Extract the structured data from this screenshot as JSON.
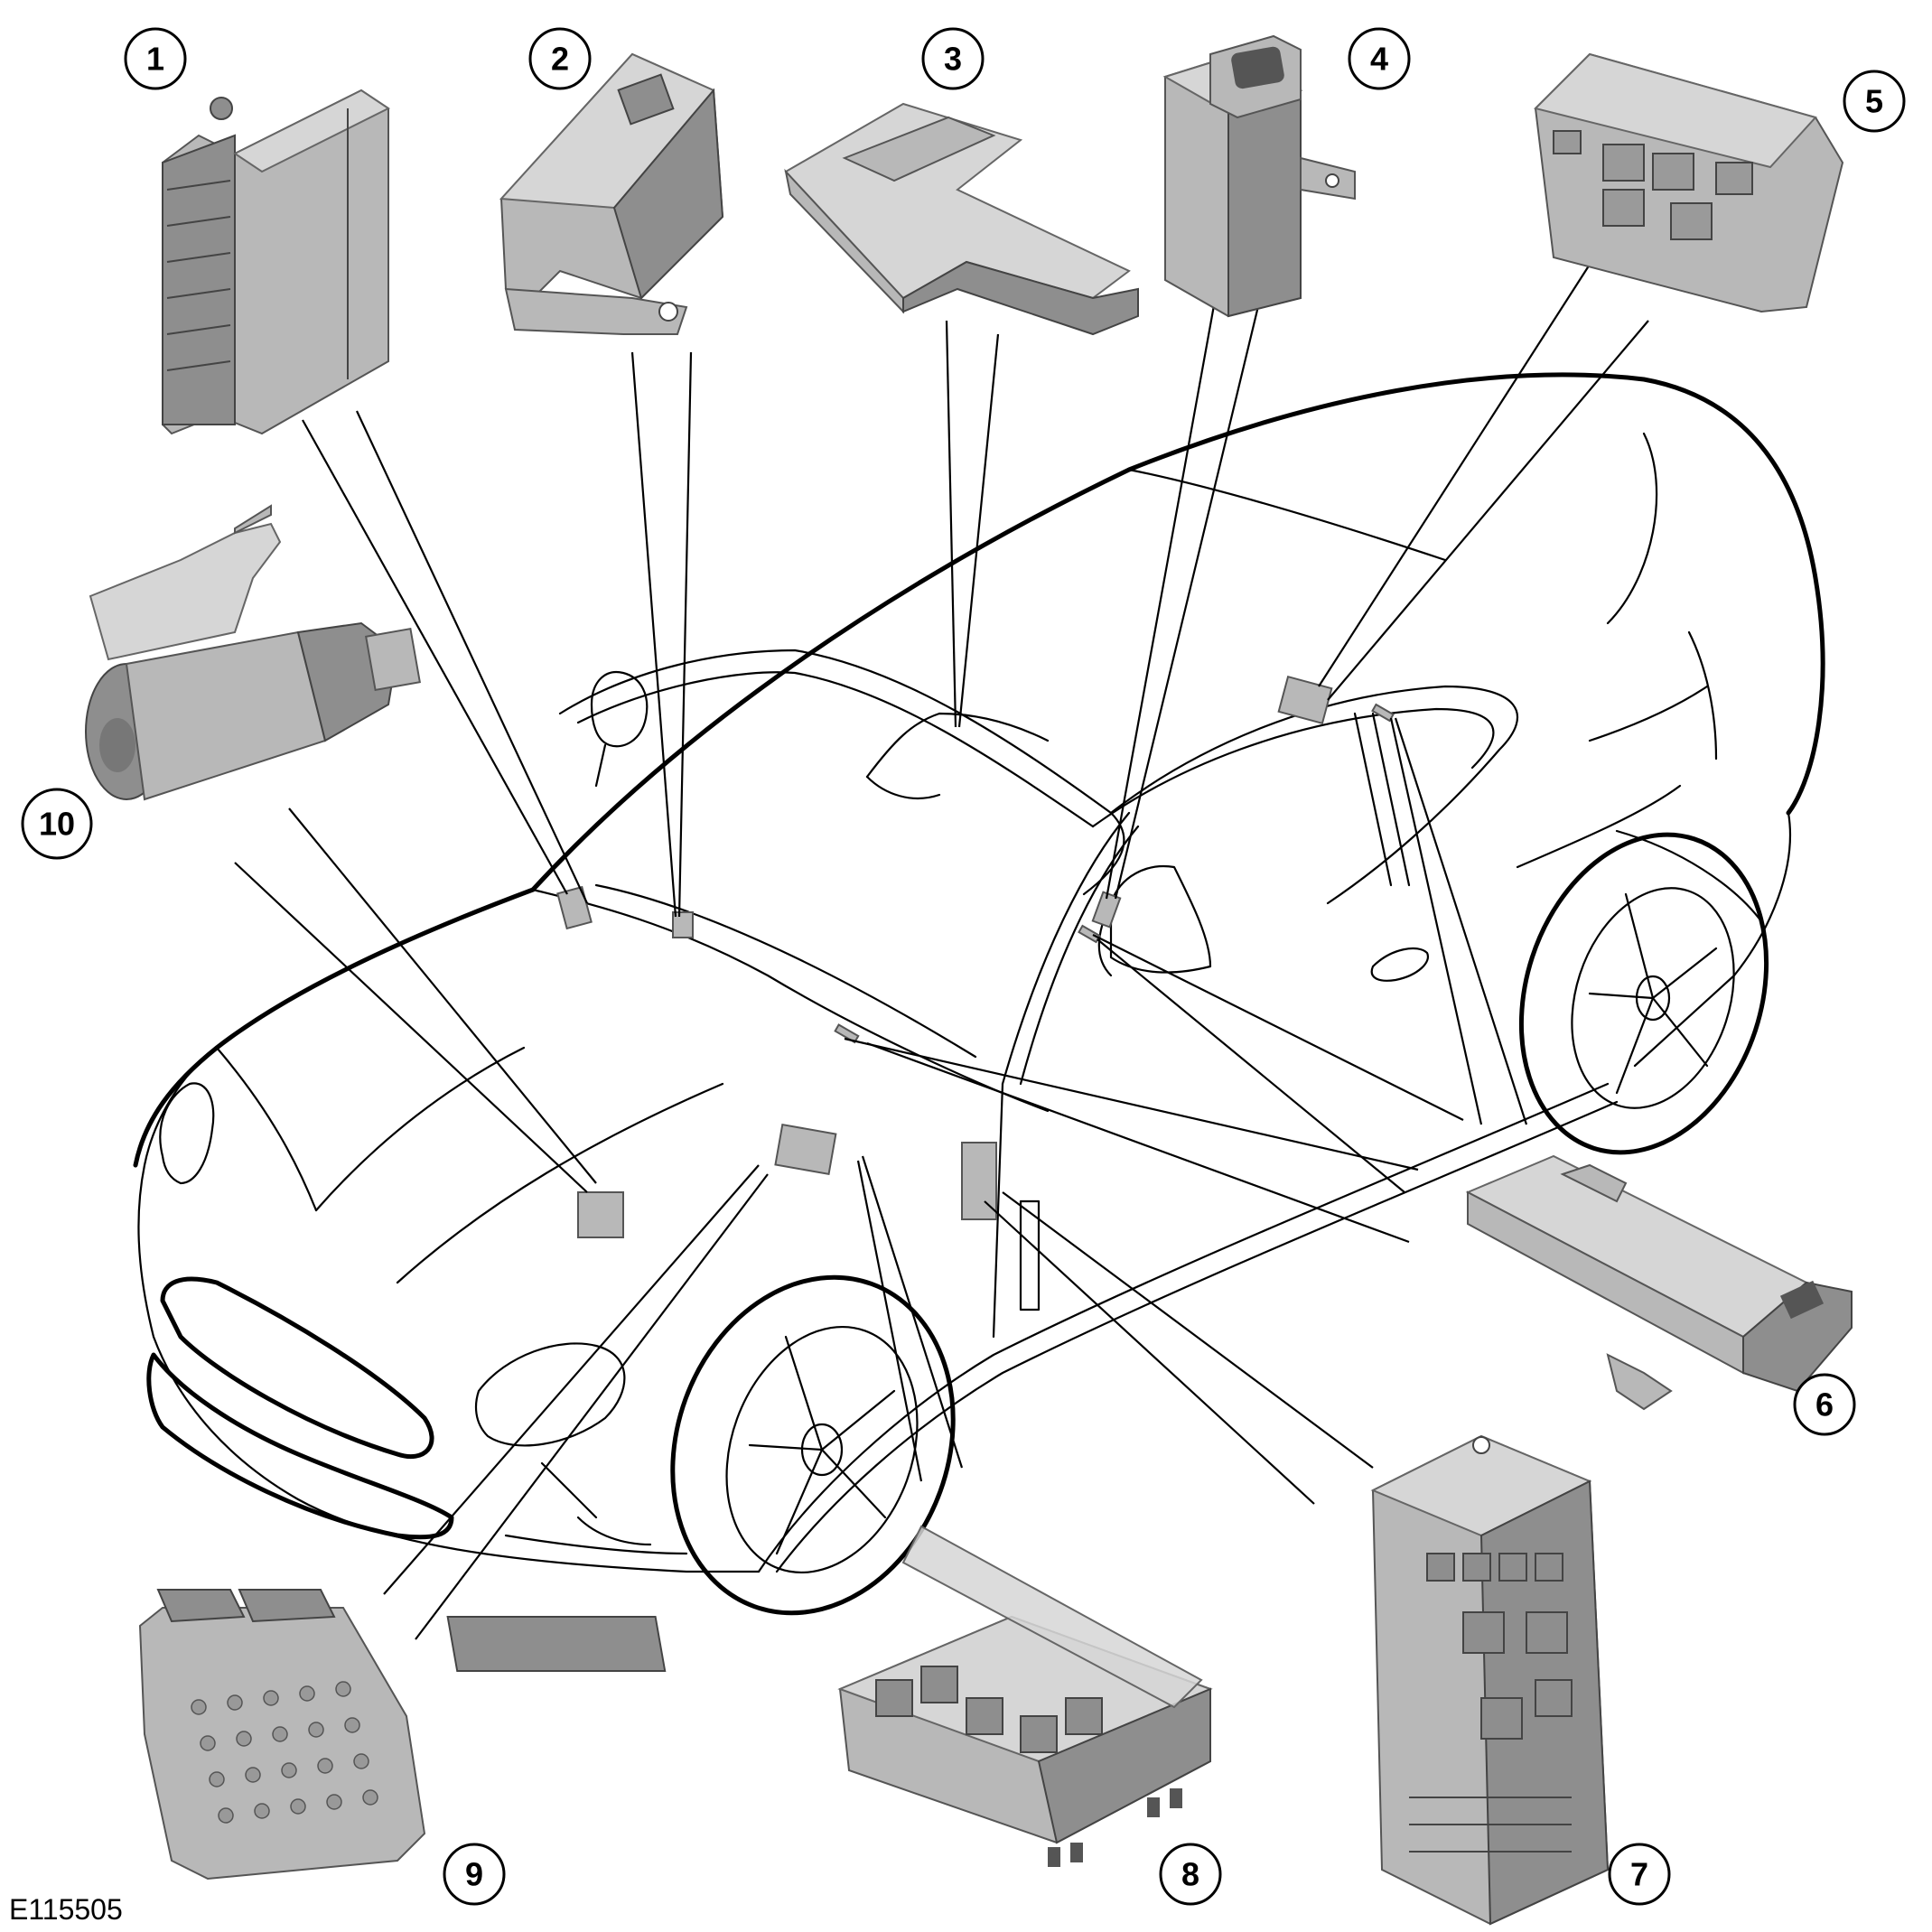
{
  "figure_reference": "E115505",
  "callouts": [
    {
      "label": "1",
      "item_icon": "control-module-icon"
    },
    {
      "label": "2",
      "item_icon": "sensor-module-icon"
    },
    {
      "label": "3",
      "item_icon": "antenna-module-icon"
    },
    {
      "label": "4",
      "item_icon": "ignition-switch-module-icon"
    },
    {
      "label": "5",
      "item_icon": "fuse-relay-box-icon"
    },
    {
      "label": "6",
      "item_icon": "antenna-icon"
    },
    {
      "label": "7",
      "item_icon": "junction-box-icon"
    },
    {
      "label": "8",
      "item_icon": "power-distribution-box-icon"
    },
    {
      "label": "9",
      "item_icon": "engine-control-module-icon"
    },
    {
      "label": "10",
      "item_icon": "starter-motor-icon"
    }
  ],
  "colors": {
    "line": "#000000",
    "component_fill": "#b8b8b8",
    "background": "#ffffff"
  }
}
